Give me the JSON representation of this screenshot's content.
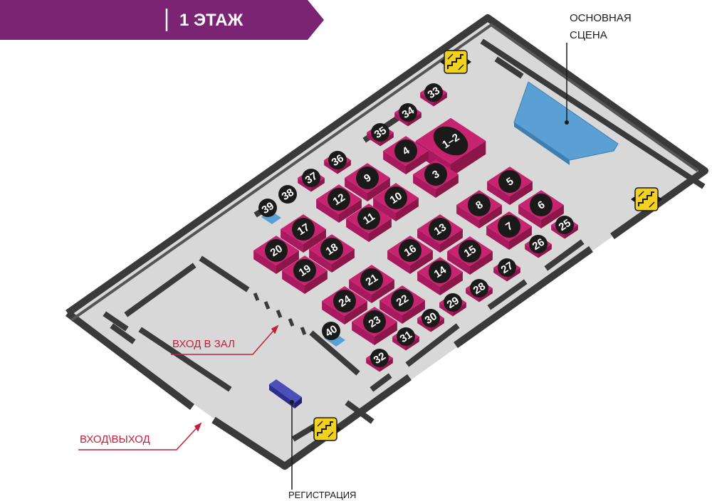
{
  "floor_title": "1 ЭТАЖ",
  "labels": {
    "main_stage": [
      "ОСНОВНАЯ",
      "СЦЕНА"
    ],
    "hall_entrance": "ВХОД В ЗАЛ",
    "entrance_exit": "ВХОД\\ВЫХОД",
    "registration": "РЕГИСТРАЦИЯ"
  },
  "colors": {
    "banner": "#7b2474",
    "booth_top": "#c8236f",
    "booth_side": "#8c1549",
    "booth_front": "#a81a5d",
    "badge": "#1a1a1a",
    "floor": "#d8d8d8",
    "wall": "#3a3a3a",
    "stage": "#5aa0d4",
    "stairs": "#f2d21c",
    "registration_desk": "#2d2f8f",
    "annotation_red": "#c0223b",
    "blue_booth": "#5aa0d4"
  },
  "icons": [
    "stairs-icon",
    "stairs-icon",
    "stairs-icon"
  ],
  "booths": [
    "1–2",
    "3",
    "4",
    "5",
    "6",
    "7",
    "8",
    "9",
    "10",
    "11",
    "12",
    "13",
    "14",
    "15",
    "16",
    "17",
    "18",
    "19",
    "20",
    "21",
    "22",
    "23",
    "24",
    "25",
    "26",
    "27",
    "28",
    "29",
    "30",
    "31",
    "32",
    "33",
    "34",
    "35",
    "36",
    "37",
    "38",
    "39",
    "40"
  ]
}
